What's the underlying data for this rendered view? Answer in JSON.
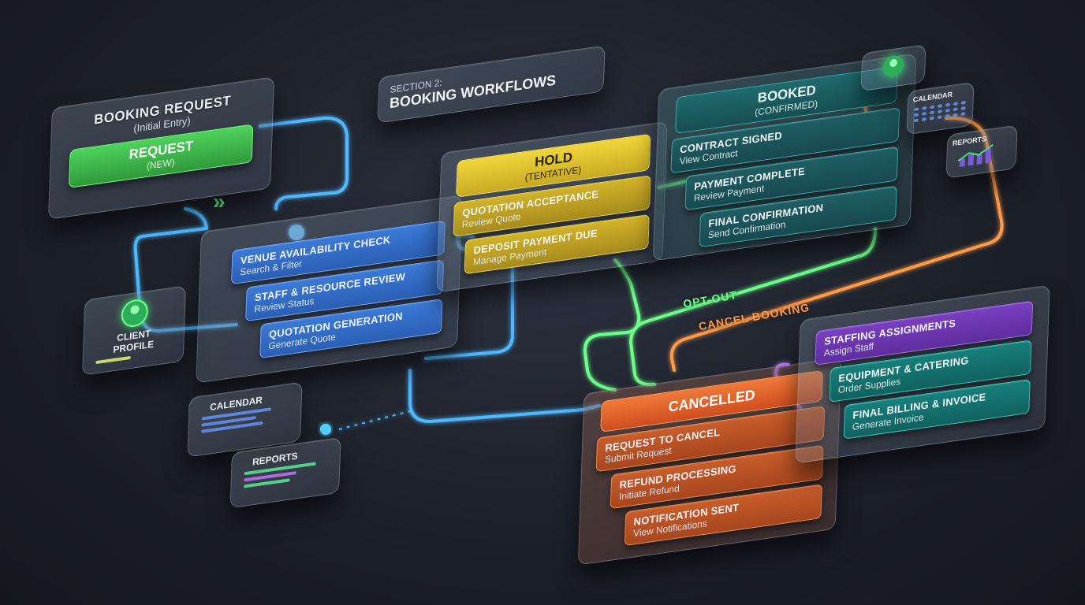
{
  "section": {
    "prefix": "SECTION 2:",
    "title": "BOOKING WORKFLOWS"
  },
  "booking_request": {
    "title": "BOOKING REQUEST",
    "subtitle": "(Initial Entry)",
    "badge": "REQUEST",
    "badge_sub": "(NEW)"
  },
  "availability": {
    "items": [
      {
        "label": "VENUE AVAILABILITY CHECK",
        "sub": "Search & Filter"
      },
      {
        "label": "STAFF & RESOURCE REVIEW",
        "sub": "Review Status"
      },
      {
        "label": "QUOTATION GENERATION",
        "sub": "Generate Quote"
      }
    ]
  },
  "hold": {
    "title": "HOLD",
    "subtitle": "(TENTATIVE)",
    "items": [
      {
        "label": "QUOTATION ACCEPTANCE",
        "sub": "Review Quote"
      },
      {
        "label": "DEPOSIT PAYMENT DUE",
        "sub": "Manage Payment"
      }
    ]
  },
  "booked": {
    "title": "BOOKED",
    "subtitle": "(CONFIRMED)",
    "items": [
      {
        "label": "CONTRACT SIGNED",
        "sub": "View Contract"
      },
      {
        "label": "PAYMENT COMPLETE",
        "sub": "Review Payment"
      },
      {
        "label": "FINAL CONFIRMATION",
        "sub": "Send Confirmation"
      }
    ]
  },
  "cancelled": {
    "title": "CANCELLED",
    "items": [
      {
        "label": "REQUEST TO CANCEL",
        "sub": "Submit Request"
      },
      {
        "label": "REFUND PROCESSING",
        "sub": "Initiate Refund"
      },
      {
        "label": "NOTIFICATION SENT",
        "sub": "View Notifications"
      }
    ]
  },
  "services": {
    "items": [
      {
        "label": "STAFFING ASSIGNMENTS",
        "sub": "Assign Staff"
      },
      {
        "label": "EQUIPMENT & catering",
        "sub": "Order Supplies"
      },
      {
        "label": "FINAL BILLING & INVOICE",
        "sub": "Generate Invoice"
      }
    ]
  },
  "client_profile": {
    "line1": "CLIENT",
    "line2": "PROFILE"
  },
  "calendar_card": {
    "label": "CALENDAR"
  },
  "reports_card": {
    "label": "REPORTS"
  },
  "right_calendar": {
    "label": "CALENDAR"
  },
  "right_reports": {
    "label": "REPORTS"
  },
  "flow_labels": {
    "opt_out": "OPT-OUT",
    "cancel_booking": "CANCEL BOOKING"
  },
  "colors": {
    "blue_wire": "#4fb8ff",
    "green_wire": "#6dff8a",
    "orange_wire": "#ff9a4a",
    "purple_wire": "#c07bff",
    "request_green": "#3fbf4f",
    "hold_yellow": "#e6c832",
    "booked_teal": "#1f5e64",
    "cancelled_orange": "#e8642a",
    "services_purple": "#7a3fc0",
    "services_teal": "#17807c"
  }
}
